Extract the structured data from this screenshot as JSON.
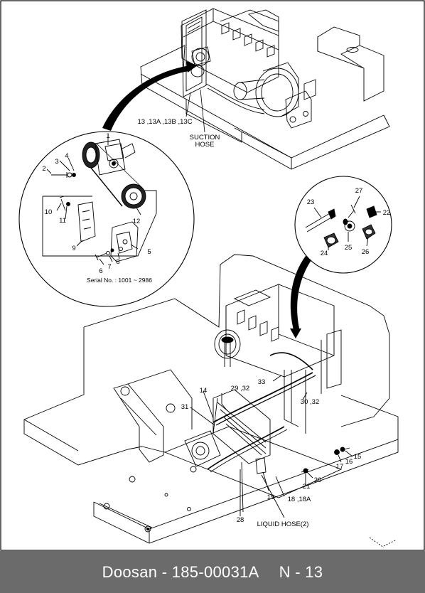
{
  "footer": {
    "brand_part": "Doosan - 185-00031A",
    "page_number": "N - 13"
  },
  "callouts": {
    "c1": "1",
    "c2": "2",
    "c3": "3",
    "c4": "4",
    "c5": "5",
    "c6": "6",
    "c7": "7",
    "c8": "8",
    "c9": "9",
    "c10": "10",
    "c11": "11",
    "c12": "12",
    "c13": "13 ,13A ,13B ,13C",
    "suction_1": "SUCTION",
    "suction_2": "HOSE",
    "serial": "Serial No. : 1001 ~ 2986",
    "c14": "14",
    "c15": "15",
    "c16": "16",
    "c17": "17",
    "c18": "18 ,18A",
    "c19": "19",
    "c20": "20",
    "c21": "21",
    "c22": "22",
    "c23": "23",
    "c24": "24",
    "c25": "25",
    "c26": "26",
    "c27": "27",
    "c28": "28",
    "c29": "29 ,32",
    "c30": "30 ,32",
    "c31": "31",
    "c33": "33",
    "liquid": "LIQUID HOSE(2)"
  }
}
